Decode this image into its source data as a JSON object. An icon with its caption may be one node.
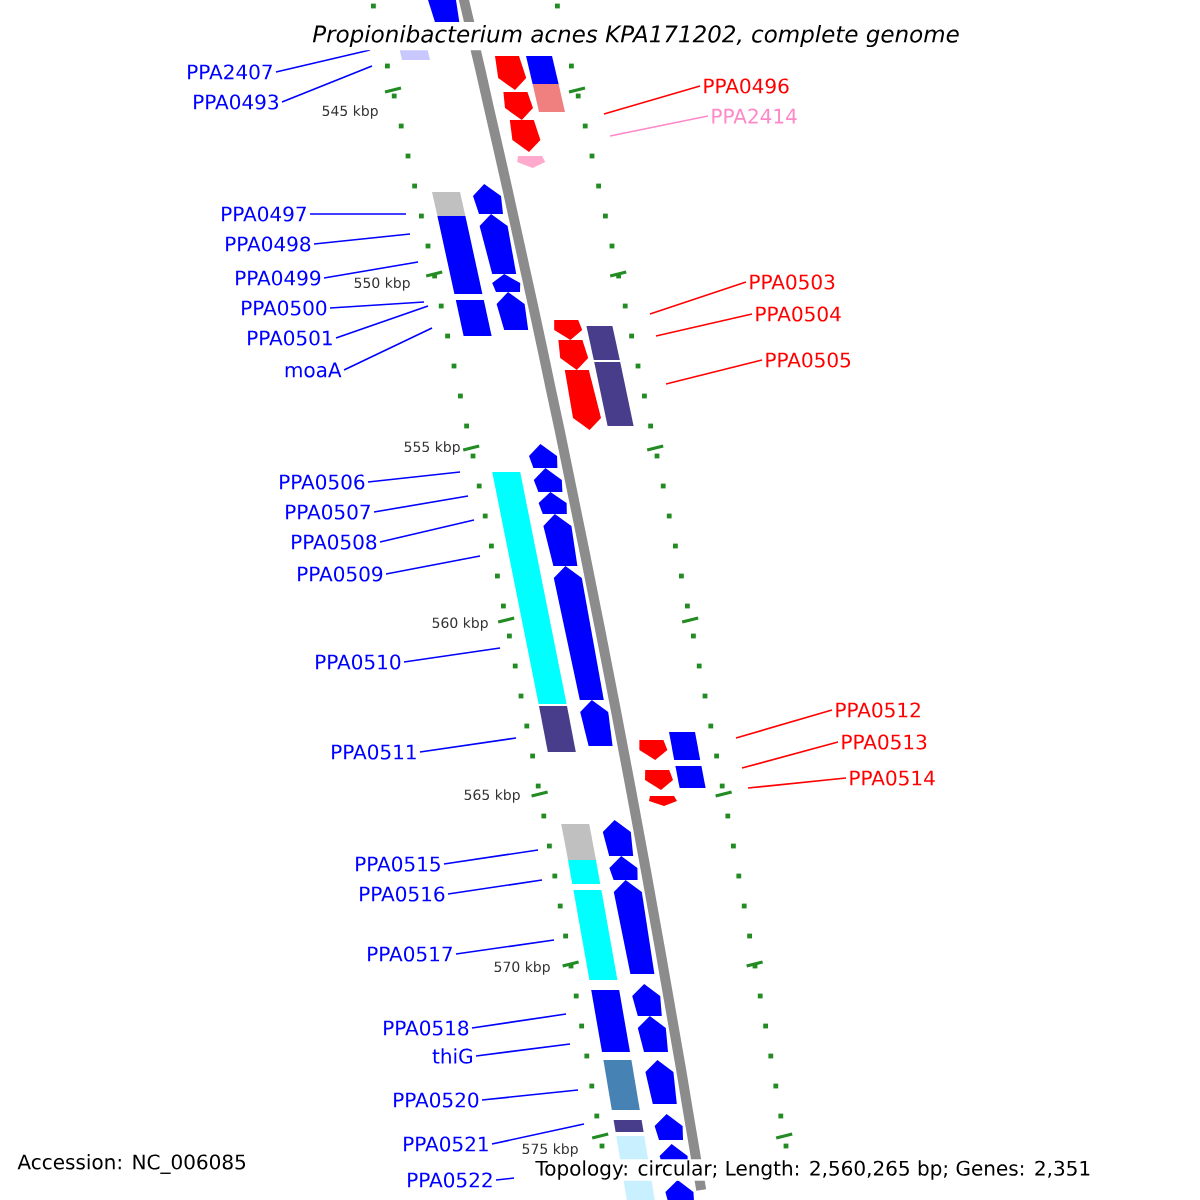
{
  "diagram": {
    "title": "Propionibacterium acnes KPA171202, complete genome",
    "nodes": [
      {
        "text": [
          "PPA2407"
        ]
      },
      {
        "text": [
          "PPA0493"
        ]
      },
      {
        "text": [
          "PPA0497"
        ]
      },
      {
        "text": [
          "PPA0498"
        ]
      },
      {
        "text": [
          "PPA0499"
        ]
      },
      {
        "text": [
          "PPA0500"
        ]
      },
      {
        "text": [
          "PPA0501"
        ]
      },
      {
        "text": [
          "moaA"
        ]
      },
      {
        "text": [
          "PPA0506"
        ]
      },
      {
        "text": [
          "PPA0507"
        ]
      },
      {
        "text": [
          "PPA0508"
        ]
      },
      {
        "text": [
          "PPA0509"
        ]
      },
      {
        "text": [
          "PPA0510"
        ]
      },
      {
        "text": [
          "PPA0511"
        ]
      },
      {
        "text": [
          "PPA0515"
        ]
      },
      {
        "text": [
          "PPA0516"
        ]
      },
      {
        "text": [
          "PPA0517"
        ]
      },
      {
        "text": [
          "PPA0518"
        ]
      },
      {
        "text": [
          "thiG"
        ]
      },
      {
        "text": [
          "PPA0520"
        ]
      },
      {
        "text": [
          "PPA0521"
        ]
      },
      {
        "text": [
          "PPA0522"
        ]
      },
      {
        "text": [
          "PPA0496"
        ]
      },
      {
        "text": [
          "PPA2414"
        ]
      },
      {
        "text": [
          "PPA0503"
        ]
      },
      {
        "text": [
          "PPA0504"
        ]
      },
      {
        "text": [
          "PPA0505"
        ]
      },
      {
        "text": [
          "PPA0512"
        ]
      },
      {
        "text": [
          "PPA0513"
        ]
      },
      {
        "text": [
          "PPA0514"
        ]
      }
    ],
    "edges": [
      {
        "from": 0,
        "to": null,
        "arrow": "none"
      },
      {
        "from": 1,
        "to": null,
        "arrow": "none"
      },
      {
        "from": 2,
        "to": null,
        "arrow": "none"
      },
      {
        "from": 3,
        "to": null,
        "arrow": "none"
      },
      {
        "from": 4,
        "to": null,
        "arrow": "none"
      },
      {
        "from": 5,
        "to": null,
        "arrow": "none"
      },
      {
        "from": 6,
        "to": null,
        "arrow": "none"
      },
      {
        "from": 7,
        "to": null,
        "arrow": "none"
      },
      {
        "from": 8,
        "to": null,
        "arrow": "none"
      },
      {
        "from": 9,
        "to": null,
        "arrow": "none"
      },
      {
        "from": 10,
        "to": null,
        "arrow": "none"
      },
      {
        "from": 11,
        "to": null,
        "arrow": "none"
      },
      {
        "from": 12,
        "to": null,
        "arrow": "none"
      },
      {
        "from": 13,
        "to": null,
        "arrow": "none"
      },
      {
        "from": 14,
        "to": null,
        "arrow": "none"
      },
      {
        "from": 15,
        "to": null,
        "arrow": "none"
      },
      {
        "from": 16,
        "to": null,
        "arrow": "none"
      },
      {
        "from": 17,
        "to": null,
        "arrow": "none"
      },
      {
        "from": 18,
        "to": null,
        "arrow": "none"
      },
      {
        "from": 19,
        "to": null,
        "arrow": "none"
      },
      {
        "from": 20,
        "to": null,
        "arrow": "none"
      },
      {
        "from": 21,
        "to": null,
        "arrow": "none"
      },
      {
        "from": 22,
        "to": null,
        "arrow": "none",
        "color": "#ff0000"
      },
      {
        "from": 23,
        "to": null,
        "arrow": "none",
        "color": "#ff88c8"
      },
      {
        "from": 24,
        "to": null,
        "arrow": "none",
        "color": "#ff0000"
      },
      {
        "from": 25,
        "to": null,
        "arrow": "none",
        "color": "#ff0000"
      },
      {
        "from": 26,
        "to": null,
        "arrow": "none",
        "color": "#ff0000"
      },
      {
        "from": 27,
        "to": null,
        "arrow": "none",
        "color": "#ff0000"
      },
      {
        "from": 28,
        "to": null,
        "arrow": "none",
        "color": "#ff0000"
      },
      {
        "from": 29,
        "to": null,
        "arrow": "none",
        "color": "#ff0000"
      }
    ],
    "labels": [
      "545 kbp",
      "550 kbp",
      "555 kbp",
      "560 kbp",
      "565 kbp",
      "570 kbp",
      "575 kbp",
      "Accession: NC_006085",
      "Topology: circular; Length: 2,560,265 bp; Genes: 2,351"
    ]
  }
}
